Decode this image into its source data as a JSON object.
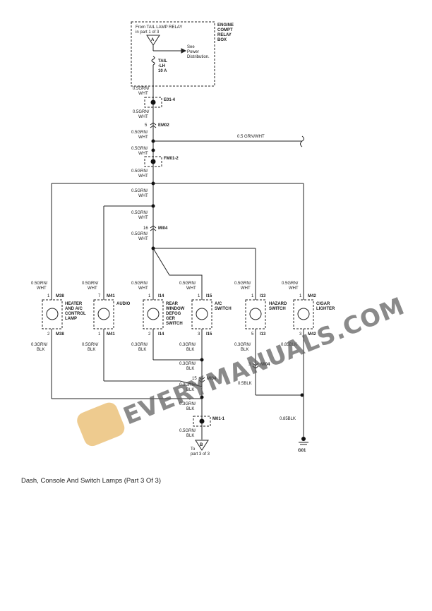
{
  "relay_box": {
    "label_line1": "From TAIL LAMP RELAY",
    "label_line2": "in part 1 of 3",
    "box_title": [
      "ENGINE",
      "COMPT",
      "RELAY",
      "BOX"
    ],
    "pin_a": "A",
    "see_note": [
      "See",
      "Power",
      "Distribution."
    ],
    "fuse": [
      "TAIL",
      "-LH",
      "10 A"
    ]
  },
  "wires": {
    "w1": [
      "0.5GRN/",
      "WHT"
    ],
    "w2": [
      "0.5GRN/",
      "WHT"
    ],
    "w3": [
      "0.5GRN/",
      "WHT"
    ],
    "w4": [
      "0.5GRN/",
      "WHT"
    ],
    "w5": [
      "0.5GRN/",
      "WHT"
    ],
    "w6": [
      "0.5GRN/",
      "WHT"
    ],
    "w7": [
      "0.5GRN/",
      "WHT"
    ],
    "w8": [
      "0.5GRN/",
      "WHT"
    ],
    "side_wire": "0.5 GRN/WHT"
  },
  "connectors": {
    "e01": "E01-4",
    "em02_pin": "5",
    "em02": "EM02",
    "fm01": "FM01-2",
    "mi04_top_pin": "16",
    "mi04_top": "MI04",
    "mi04_bot_pin": "15",
    "mi04_bot": "MI04",
    "i13_pin": "3",
    "i13": "MI04",
    "m01": "M01-1",
    "b_pin": "B",
    "to_part": [
      "To",
      "part 3 of 3"
    ]
  },
  "lamps": [
    {
      "wire_top": [
        "0.5GRN/",
        "WHT"
      ],
      "pin_top": "1",
      "conn": "M38",
      "name": [
        "HEATER",
        "AND A/C",
        "CONTROL",
        "LAMP"
      ],
      "pin_bot": "2",
      "conn_bot": "M38",
      "wire_bot": [
        "0.3GRN/",
        "BLK"
      ]
    },
    {
      "wire_top": [
        "0.5GRN/",
        "WHT"
      ],
      "pin_top": "7",
      "conn": "M41",
      "name": [
        "AUDIO"
      ],
      "pin_bot": "1",
      "conn_bot": "M41",
      "wire_bot": [
        "0.5GRN/",
        "BLK"
      ]
    },
    {
      "wire_top": [
        "0.5GRN/",
        "WHT"
      ],
      "pin_top": "1",
      "conn": "I14",
      "name": [
        "REAR",
        "WINDOW",
        "DEFOG",
        "GER",
        "SWITCH"
      ],
      "pin_bot": "2",
      "conn_bot": "I14",
      "wire_bot": [
        "0.3GRN/",
        "BLK"
      ]
    },
    {
      "wire_top": [
        "0.5GRN/",
        "WHT"
      ],
      "pin_top": "1",
      "conn": "I15",
      "name": [
        "A/C",
        "SWITCH"
      ],
      "pin_bot": "3",
      "conn_bot": "I15",
      "wire_bot": [
        "0.3GRN/",
        "BLK"
      ]
    },
    {
      "wire_top": [
        "0.5GRN/",
        "WHT"
      ],
      "pin_top": "1",
      "conn": "I13",
      "name": [
        "HAZARD",
        "SWITCH"
      ],
      "pin_bot": "5",
      "conn_bot": "I13",
      "wire_bot": [
        "0.3GRN/",
        "BLK"
      ]
    },
    {
      "wire_top": [
        "0.5GRN/",
        "WHT"
      ],
      "pin_top": "1",
      "conn": "M42",
      "name": [
        "CIGAR",
        "LIGHTER"
      ],
      "pin_bot": "3",
      "conn_bot": "M42",
      "wire_bot": [
        "0.85BLK"
      ]
    }
  ],
  "ground_wires": {
    "g1": [
      "0.3GRN/",
      "BLK"
    ],
    "g2": [
      "0.3GRN/",
      "BLK"
    ],
    "g3": [
      "0.3GRN/",
      "BLK"
    ],
    "g4": [
      "0.5GRN/",
      "BLK"
    ],
    "blk1": "0.5BLK",
    "blk2": "0.85BLK",
    "ground": "G01"
  },
  "watermark": "EVERYMANUALS.COM",
  "caption": "Dash, Console And Switch Lamps (Part 3 Of 3)"
}
